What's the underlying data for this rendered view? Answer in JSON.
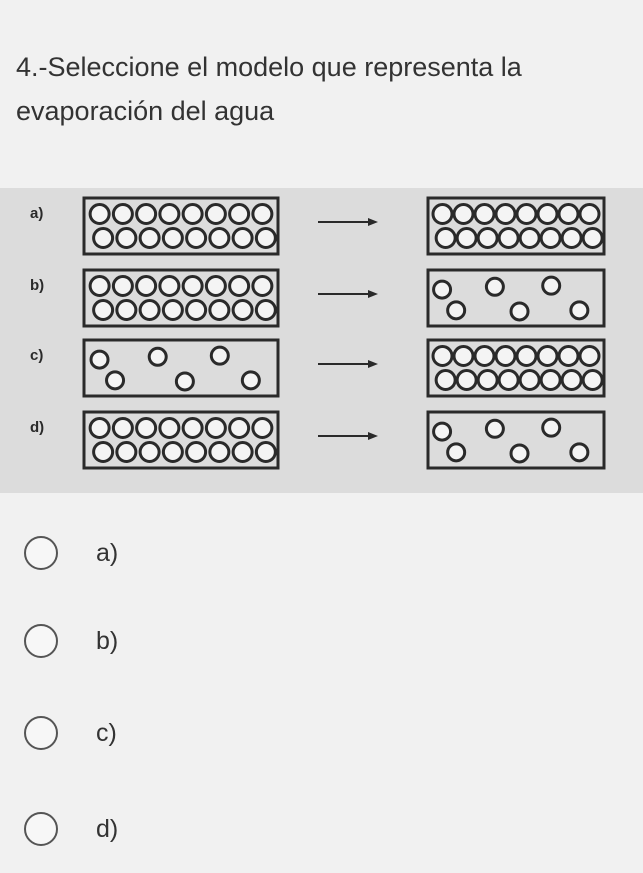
{
  "question": {
    "line1": "4.-Seleccione el modelo que representa la",
    "line2": "evaporación del agua"
  },
  "figure": {
    "rows": [
      {
        "label": "a)",
        "before": "packed",
        "after": "packed"
      },
      {
        "label": "b)",
        "before": "packed",
        "after": "sparse"
      },
      {
        "label": "c)",
        "before": "sparse",
        "after": "packed"
      },
      {
        "label": "d)",
        "before": "packed",
        "after": "sparse"
      }
    ],
    "arrow_icon": "arrow-right-icon"
  },
  "options": [
    {
      "label": "a)"
    },
    {
      "label": "b)"
    },
    {
      "label": "c)"
    },
    {
      "label": "d)"
    }
  ],
  "colors": {
    "figure_bg": "#dcdcdc",
    "ink": "#2a2a2a",
    "page_bg": "#f1f1f1"
  }
}
